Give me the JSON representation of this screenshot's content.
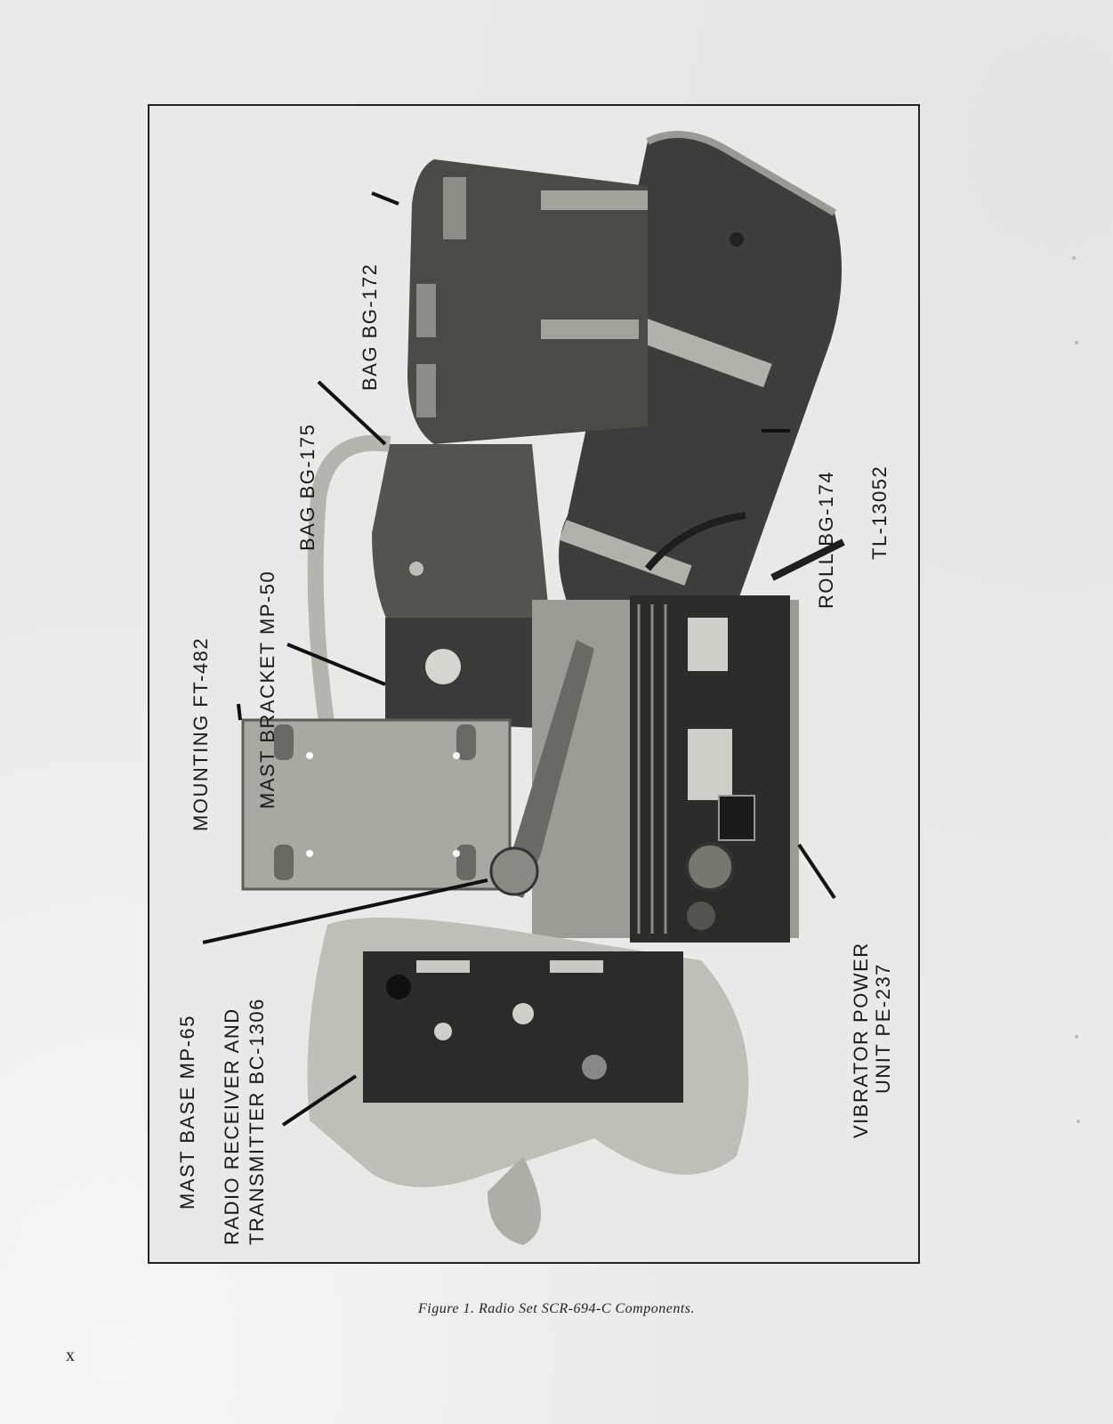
{
  "figure": {
    "labels": {
      "bag_bg172": "BAG BG-172",
      "bag_bg175": "BAG BG-175",
      "roll_bg174": "ROLL BG-174",
      "tl_number": "TL-13052",
      "mounting": "MOUNTING FT-482",
      "mast_bracket": "MAST BRACKET MP-50",
      "mast_base": "MAST BASE MP-65",
      "radio_line1": "RADIO RECEIVER AND",
      "radio_line2": "TRANSMITTER BC-1306",
      "vibrator_line1": "VIBRATOR POWER",
      "vibrator_line2": "UNIT PE-237"
    },
    "caption": "Figure 1.   Radio Set   SCR-694-C Components."
  },
  "page": {
    "number": "x"
  }
}
